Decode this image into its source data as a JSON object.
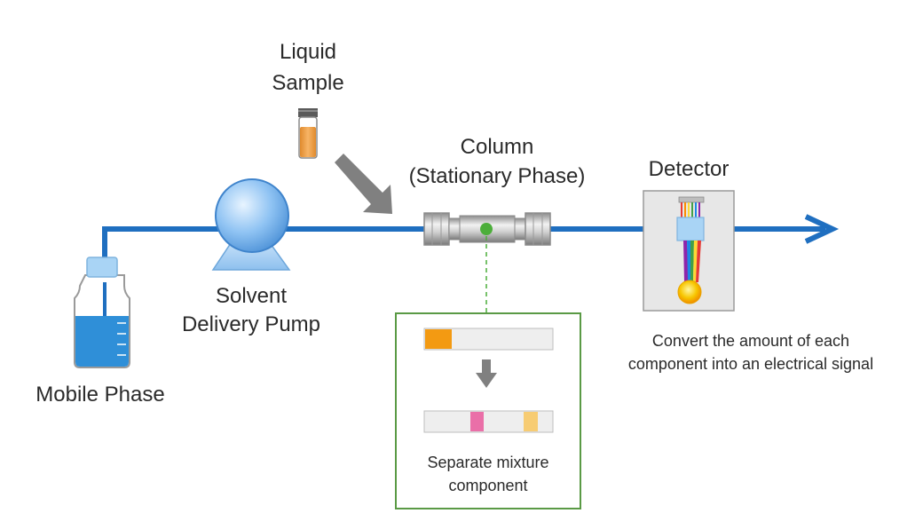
{
  "labels": {
    "liquid_sample": [
      "Liquid",
      "Sample"
    ],
    "column": [
      "Column",
      "(Stationary Phase)"
    ],
    "detector": "Detector",
    "mobile_phase": "Mobile Phase",
    "pump": [
      "Solvent",
      "Delivery Pump"
    ],
    "detector_caption": [
      "Convert the amount of each",
      "component into an electrical signal"
    ],
    "separation_caption": [
      "Separate mixture",
      "component"
    ]
  },
  "colors": {
    "flow_line": "#1f6fc0",
    "arrow_gray": "#808080",
    "mobile_phase_liquid": "#2f8fd8",
    "sample_liquid": "#f0a24a",
    "stationary_marker": "#4cae3a",
    "inset_border": "#5a9a45",
    "band_orange": "#f39a12",
    "band_pink": "#ea6fa8",
    "band_yellow": "#f7cc73",
    "detector_bg": "#e7e7e7",
    "detector_lamp": "#f7c600"
  },
  "icons": {
    "bottle": "mobile-phase-bottle-icon",
    "vial": "sample-vial-icon",
    "pump": "pump-icon",
    "column": "column-icon",
    "detector": "detector-icon"
  }
}
